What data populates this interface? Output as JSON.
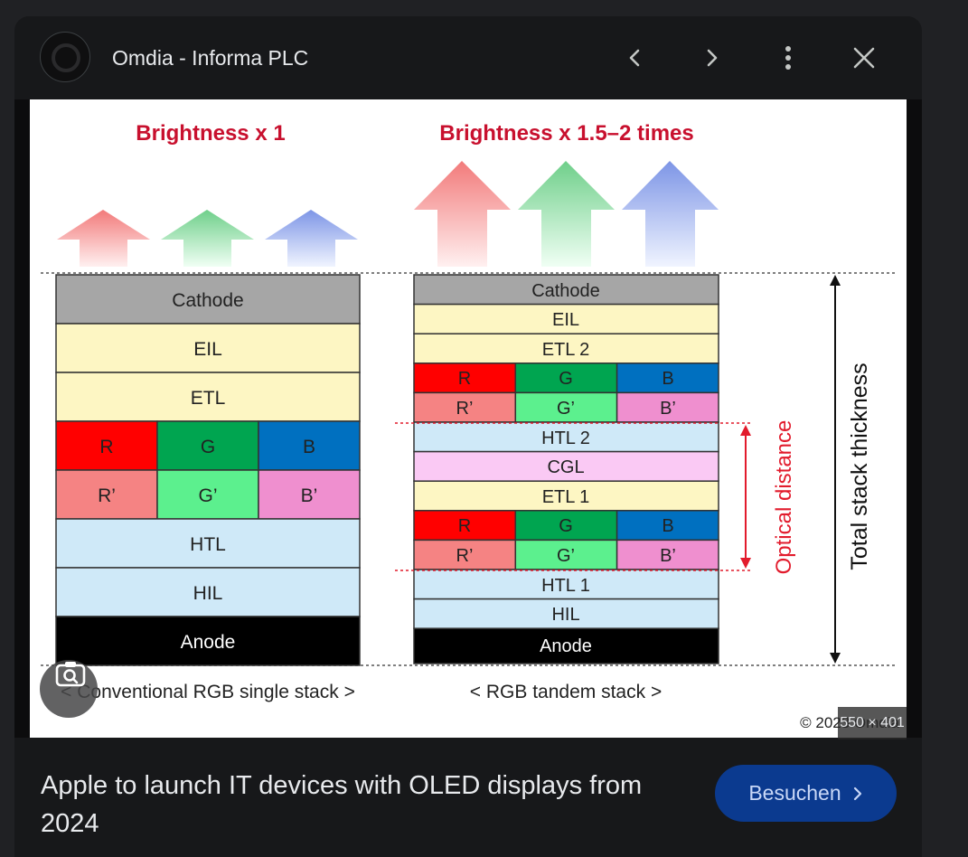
{
  "header": {
    "source": "Omdia - Informa PLC",
    "icons": {
      "favicon": "site-favicon",
      "prev": "chevron-left-icon",
      "next": "chevron-right-icon",
      "more": "more-vertical-icon",
      "close": "close-icon"
    }
  },
  "figure": {
    "title_left": "Brightness x 1",
    "title_right": "Brightness x 1.5–2 times",
    "left_stack_caption": "< Conventional RGB single stack >",
    "right_stack_caption": "< RGB tandem stack >",
    "optical_label": "Optical distance",
    "total_label": "Total stack thickness",
    "copyright": "© 2023 Omdia",
    "left_layers": {
      "cathode": "Cathode",
      "eil": "EIL",
      "etl": "ETL",
      "r": "R",
      "g": "G",
      "b": "B",
      "r2": "R’",
      "g2": "G’",
      "b2": "B’",
      "htl": "HTL",
      "hil": "HIL",
      "anode": "Anode"
    },
    "right_layers": {
      "cathode": "Cathode",
      "eil": "EIL",
      "etl2": "ETL 2",
      "r": "R",
      "g": "G",
      "b": "B",
      "r2": "R’",
      "g2": "G’",
      "b2": "B’",
      "htl2": "HTL 2",
      "cgl": "CGL",
      "etl1": "ETL 1",
      "r3": "R",
      "g3": "G",
      "b3": "B",
      "r4": "R’",
      "g4": "G’",
      "b4": "B’",
      "htl1": "HTL 1",
      "hil": "HIL",
      "anode": "Anode"
    },
    "colors": {
      "title_red": "#c8102e",
      "cathode": "#a6a6a6",
      "etl": "#fdf6c3",
      "htl": "#cfe9f8",
      "cgl": "#fac9f4",
      "red": "#ff0000",
      "green": "#00a550",
      "blue": "#0070c0",
      "red_light": "#f58383",
      "green_light": "#5cf08e",
      "blue_light": "#ef8fcf",
      "anode": "#000000"
    }
  },
  "overlay": {
    "dimensions": "550 × 401",
    "lens_icon": "camera-search-icon"
  },
  "caption": "Apple to launch IT devices with OLED displays from 2024",
  "visit": {
    "label": "Besuchen",
    "icon": "chevron-right-icon"
  }
}
